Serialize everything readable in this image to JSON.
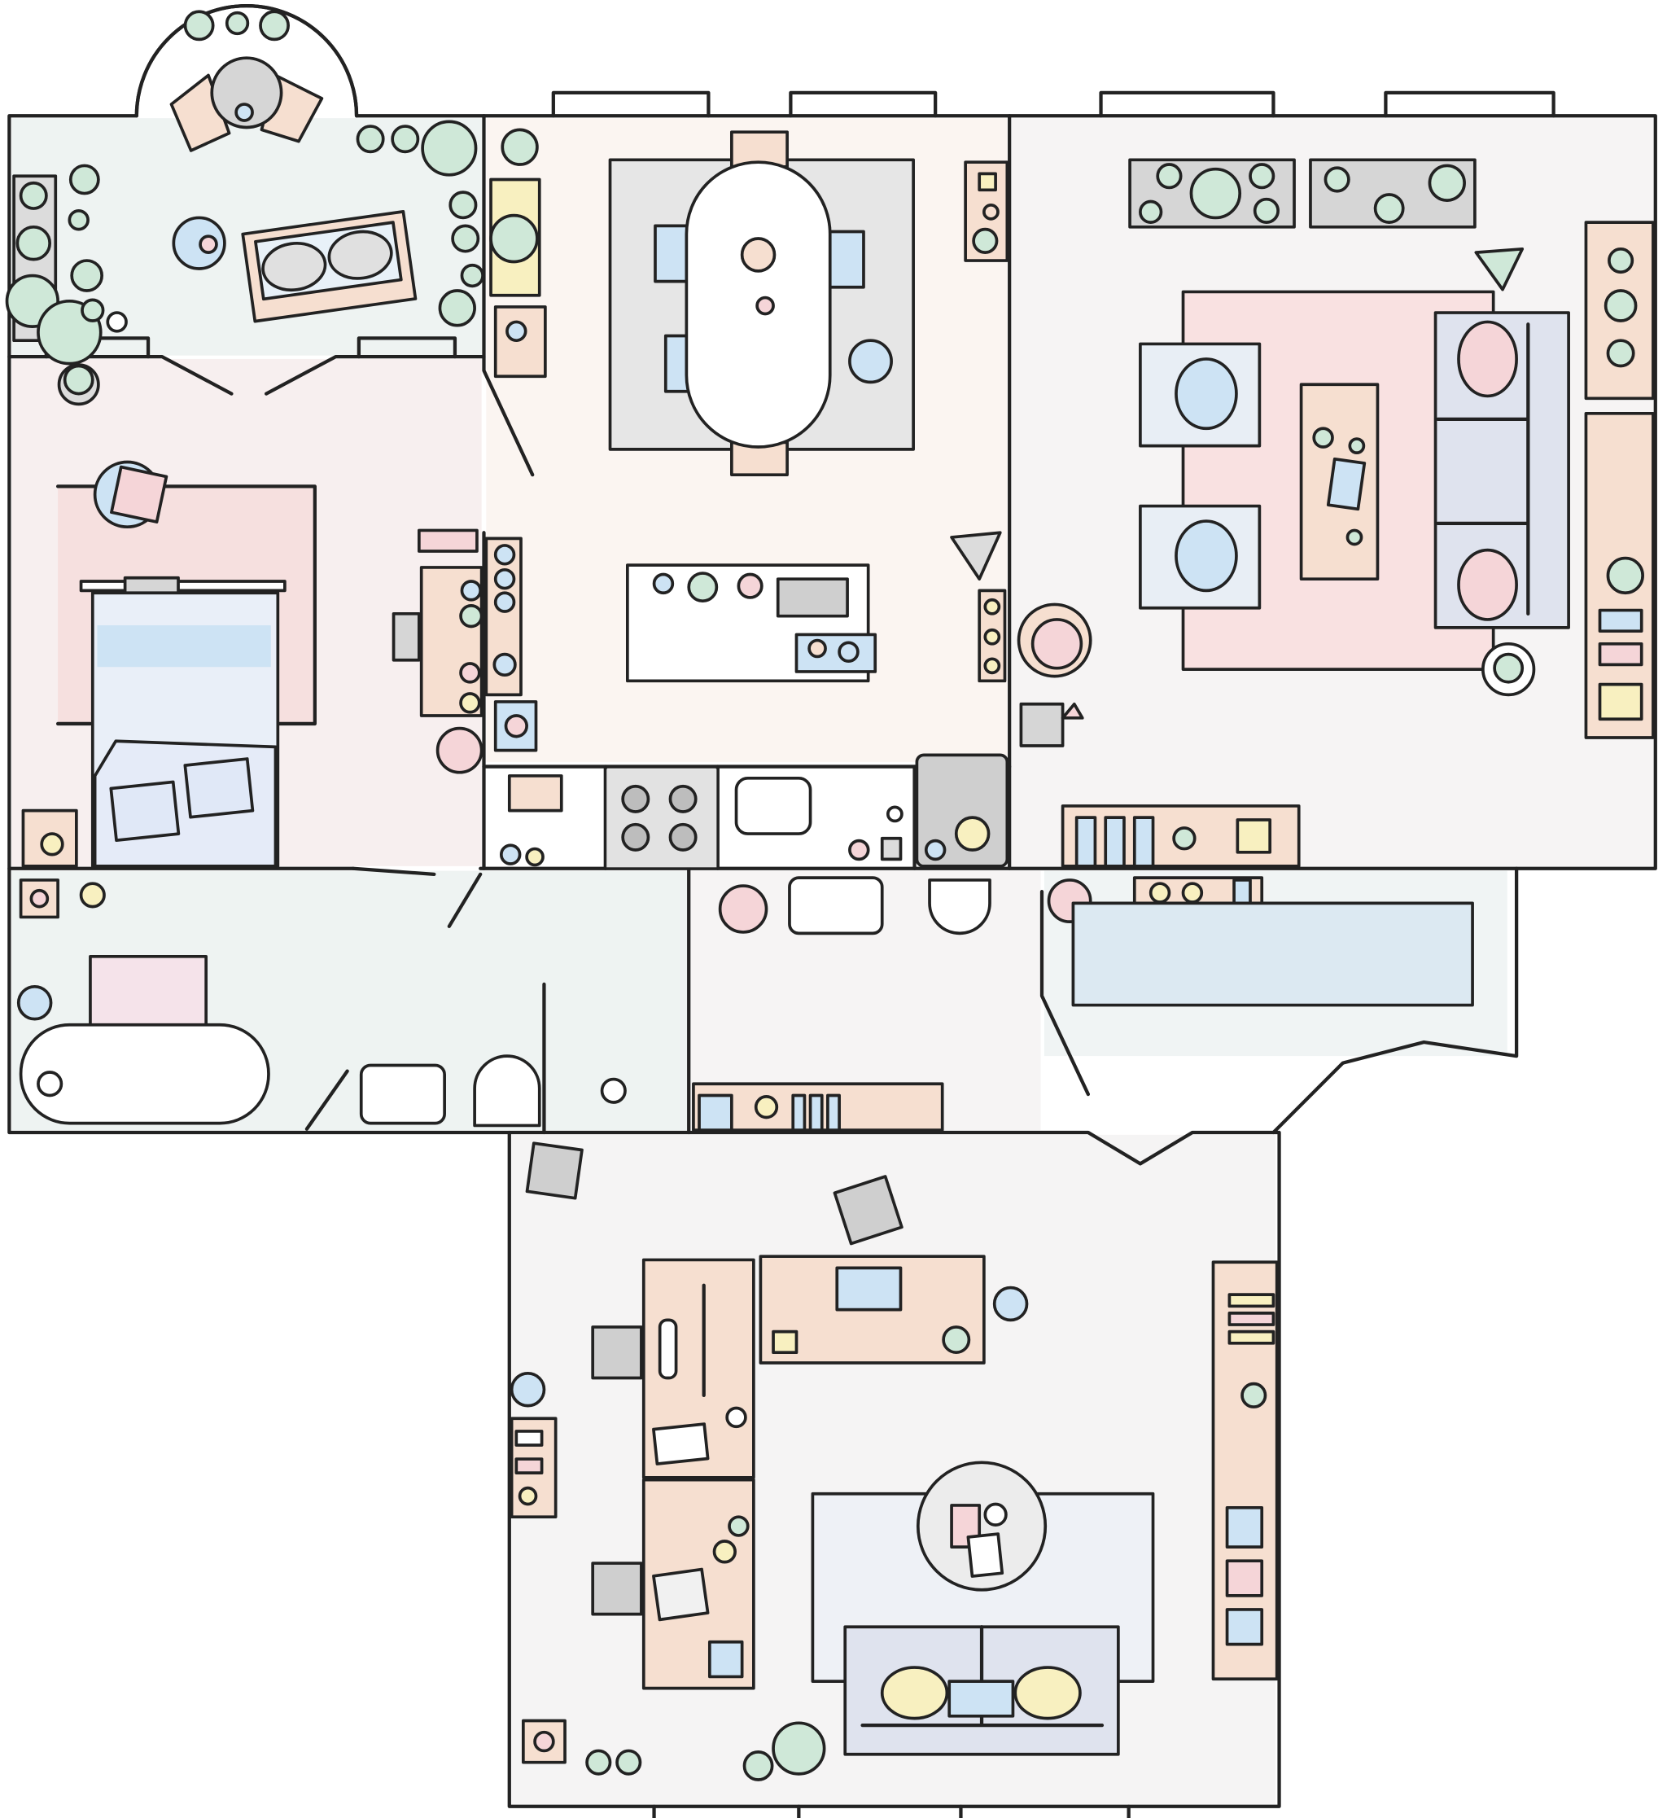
{
  "illustration": {
    "kind": "watercolor floor plan",
    "rooms": [
      "sunroom",
      "bedroom",
      "dining-room",
      "kitchen",
      "living-room",
      "bathroom",
      "hallway",
      "toilet-room",
      "laundry-room",
      "office"
    ]
  },
  "colors": {
    "outline": "#222222",
    "plant_green": "#cfe8d8",
    "fabric_blue": "#cde3f4",
    "accent_pink": "#f5d5d8",
    "wood_peach": "#f6dfd0",
    "accent_yellow": "#f8f0c0",
    "metal_grey": "#cfcfcf",
    "floor_wash": "#f1f4f3",
    "rug_pink": "#f9e1e1"
  }
}
